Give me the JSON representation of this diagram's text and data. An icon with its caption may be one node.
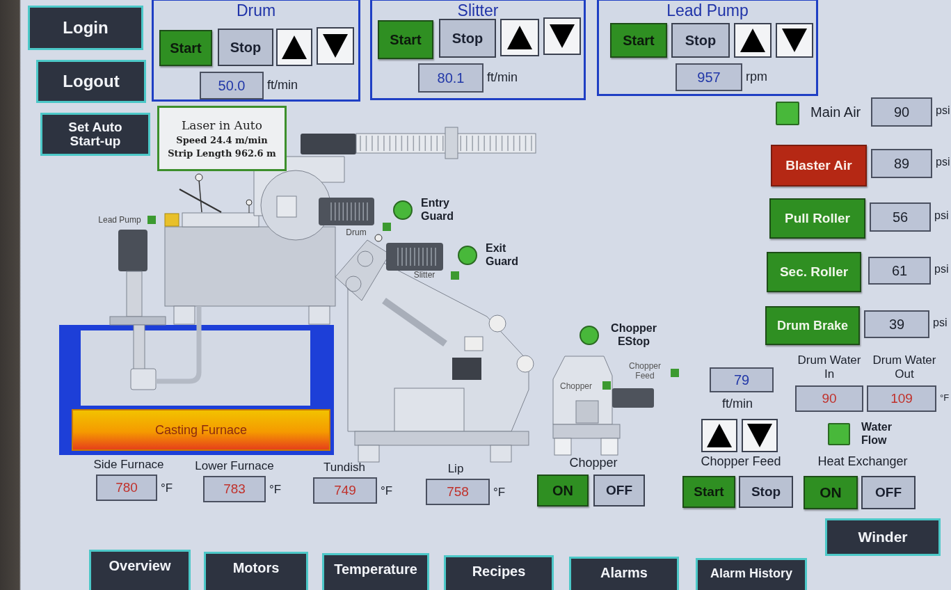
{
  "diagram": {
    "nodes": [
      {
        "text": [
          "Login"
        ]
      },
      {
        "text": [
          "Logout"
        ]
      },
      {
        "text": [
          "Set Auto Start-up"
        ]
      },
      {
        "text": [
          "Drum"
        ]
      },
      {
        "text": [
          "Start"
        ],
        "in": 3
      },
      {
        "text": [
          "Stop"
        ],
        "in": 3
      },
      {
        "text": [],
        "shape": "box",
        "in": 3
      },
      {
        "text": [],
        "shape": "box",
        "in": 3
      },
      {
        "text": [
          "50.0"
        ],
        "beside": [
          "ft/min"
        ],
        "in": 3
      },
      {
        "text": [
          "Slitter"
        ]
      },
      {
        "text": [
          "Start"
        ],
        "in": 9
      },
      {
        "text": [
          "Stop"
        ],
        "in": 9
      },
      {
        "text": [],
        "shape": "box",
        "in": 9
      },
      {
        "text": [],
        "shape": "box",
        "in": 9
      },
      {
        "text": [
          "80.1"
        ],
        "beside": [
          "ft/min"
        ],
        "in": 9
      },
      {
        "text": [
          "Lead Pump"
        ]
      },
      {
        "text": [
          "Start"
        ],
        "in": 15
      },
      {
        "text": [
          "Stop"
        ],
        "in": 15
      },
      {
        "text": [],
        "shape": "box",
        "in": 15
      },
      {
        "text": [],
        "shape": "box",
        "in": 15
      },
      {
        "text": [
          "957"
        ],
        "beside": [
          "rpm"
        ],
        "in": 15
      },
      {
        "text": [
          "Laser in Auto",
          "Speed 24.4 m/min",
          "Strip Length 962.6 m"
        ]
      },
      {
        "text": [],
        "shape": "box",
        "beside": [
          "Main Air"
        ]
      },
      {
        "text": [
          "90"
        ],
        "beside": [
          "psi"
        ]
      },
      {
        "text": [
          "Blaster Air"
        ]
      },
      {
        "text": [
          "89"
        ],
        "beside": [
          "psi"
        ]
      },
      {
        "text": [
          "Pull Roller"
        ]
      },
      {
        "text": [
          "56"
        ],
        "beside": [
          "psi"
        ]
      },
      {
        "text": [
          "Sec. Roller"
        ]
      },
      {
        "text": [
          "61"
        ],
        "beside": [
          "psi"
        ]
      },
      {
        "text": [
          "Drum Brake"
        ]
      },
      {
        "text": [
          "39"
        ],
        "beside": [
          "psi"
        ]
      },
      {
        "text": [],
        "shape": "circle",
        "beside": [
          "Entry Guard"
        ]
      },
      {
        "text": [],
        "shape": "circle",
        "beside": [
          "Exit Guard"
        ]
      },
      {
        "text": [],
        "shape": "circle",
        "beside": [
          "Chopper EStop"
        ]
      },
      {
        "text": [
          "Casting Furnace"
        ]
      },
      {
        "text": [
          "Side Furnace",
          "780"
        ],
        "beside": [
          "°F"
        ]
      },
      {
        "text": [
          "Lower Furnace",
          "783"
        ],
        "beside": [
          "°F"
        ]
      },
      {
        "text": [
          "Tundish",
          "749"
        ],
        "beside": [
          "°F"
        ]
      },
      {
        "text": [
          "Lip",
          "758"
        ],
        "beside": [
          "°F"
        ]
      },
      {
        "text": [
          "ON"
        ]
      },
      {
        "text": [
          "OFF"
        ]
      },
      {
        "text": [
          "79"
        ],
        "beside": [
          "ft/min"
        ]
      },
      {
        "text": [],
        "shape": "box"
      },
      {
        "text": [],
        "shape": "box"
      },
      {
        "text": [
          "Start"
        ]
      },
      {
        "text": [
          "Stop"
        ]
      },
      {
        "text": [
          "Drum Water In",
          "90"
        ]
      },
      {
        "text": [
          "Drum Water Out",
          "109"
        ],
        "beside": [
          "°F"
        ]
      },
      {
        "text": [],
        "shape": "box",
        "beside": [
          "Water Flow"
        ]
      },
      {
        "text": [
          "ON"
        ]
      },
      {
        "text": [
          "OFF"
        ]
      },
      {
        "text": [
          "Winder"
        ]
      },
      {
        "text": [
          "Overview"
        ]
      },
      {
        "text": [
          "Motors"
        ]
      },
      {
        "text": [
          "Temperature"
        ]
      },
      {
        "text": [
          "Recipes"
        ]
      },
      {
        "text": [
          "Alarms"
        ]
      },
      {
        "text": [
          "Alarm History"
        ]
      }
    ],
    "labels": [
      "Lead Pump",
      "Drum",
      "Slitter",
      "Chopper Feed",
      "Chopper",
      "Chopper",
      "Chopper Feed",
      "Heat Exchanger"
    ]
  }
}
